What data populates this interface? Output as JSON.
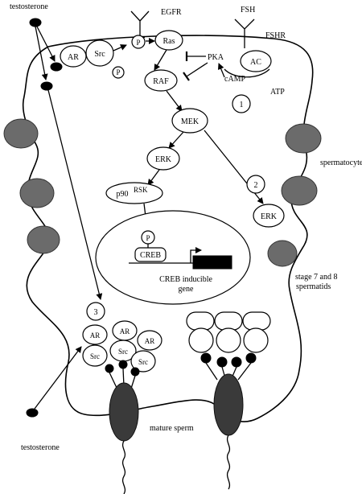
{
  "labels": {
    "testosterone_top": "testosterone",
    "testosterone_bottom": "testosterone",
    "egfr": "EGFR",
    "fsh": "FSH",
    "fshr": "FSHR",
    "ac": "AC",
    "camp": "cAMP",
    "atp": "ATP",
    "pka": "PKA",
    "ras": "Ras",
    "raf": "RAF",
    "mek": "MEK",
    "erk_nuclear": "ERK",
    "erk_side": "ERK",
    "p90": "p90",
    "p90_sup": "RSK",
    "p_nuclear": "P",
    "p_egfr": "P",
    "p_src": "P",
    "creb": "CREB",
    "creb_gene_line1": "CREB inducible",
    "creb_gene_line2": "gene",
    "ar_top": "AR",
    "src_top": "Src",
    "ar1": "AR",
    "ar2": "AR",
    "ar3": "AR",
    "src1": "Src",
    "src2": "Src",
    "src3": "Src",
    "num1": "1",
    "num2": "2",
    "num3": "3",
    "spermatocytes": "spermatocytes",
    "spermatids_line1": "stage 7 and 8",
    "spermatids_line2": "spermatids",
    "mature_sperm": "mature sperm"
  }
}
